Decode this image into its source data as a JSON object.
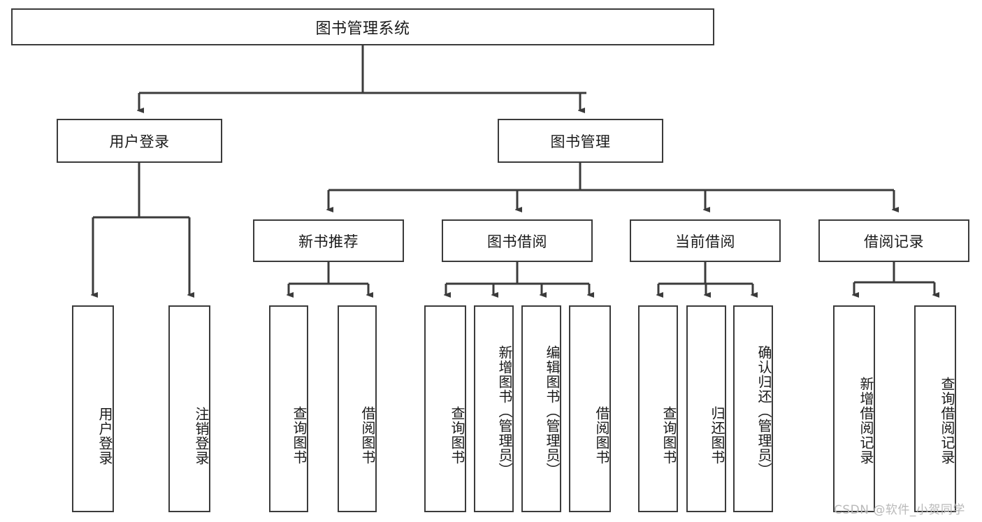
{
  "diagram": {
    "type": "tree-hierarchy",
    "title": "图书管理系统",
    "root": {
      "label": "图书管理系统"
    },
    "level2": [
      {
        "id": "user-login",
        "label": "用户登录"
      },
      {
        "id": "book-manage",
        "label": "图书管理"
      }
    ],
    "level3": [
      {
        "id": "new-book-rec",
        "label": "新书推荐"
      },
      {
        "id": "book-borrow",
        "label": "图书借阅"
      },
      {
        "id": "current-borrow",
        "label": "当前借阅"
      },
      {
        "id": "borrow-record",
        "label": "借阅记录"
      }
    ],
    "leaves": {
      "user_login": [
        {
          "id": "leaf-user-login",
          "label": "用户登录"
        },
        {
          "id": "leaf-logout",
          "label": "注销登录"
        }
      ],
      "new_book_rec": [
        {
          "id": "leaf-query-book-1",
          "label": "查询图书"
        },
        {
          "id": "leaf-borrow-book-1",
          "label": "借阅图书"
        }
      ],
      "book_borrow": [
        {
          "id": "leaf-query-book-2",
          "label": "查询图书"
        },
        {
          "id": "leaf-add-book",
          "label": "新增图书（管理员）"
        },
        {
          "id": "leaf-edit-book",
          "label": "编辑图书（管理员）"
        },
        {
          "id": "leaf-borrow-book-2",
          "label": "借阅图书"
        }
      ],
      "current_borrow": [
        {
          "id": "leaf-query-book-3",
          "label": "查询图书"
        },
        {
          "id": "leaf-return-book",
          "label": "归还图书"
        },
        {
          "id": "leaf-confirm-return",
          "label": "确认归还（管理员）"
        }
      ],
      "borrow_record": [
        {
          "id": "leaf-add-record",
          "label": "新增借阅记录"
        },
        {
          "id": "leaf-query-record",
          "label": "查询借阅记录"
        }
      ]
    },
    "watermark": "CSDN @软件_小贺同学",
    "colors": {
      "stroke": "#3b3b3b",
      "fill": "#ffffff",
      "text": "#1a1a1a",
      "watermark": "#b9b9b9"
    }
  }
}
